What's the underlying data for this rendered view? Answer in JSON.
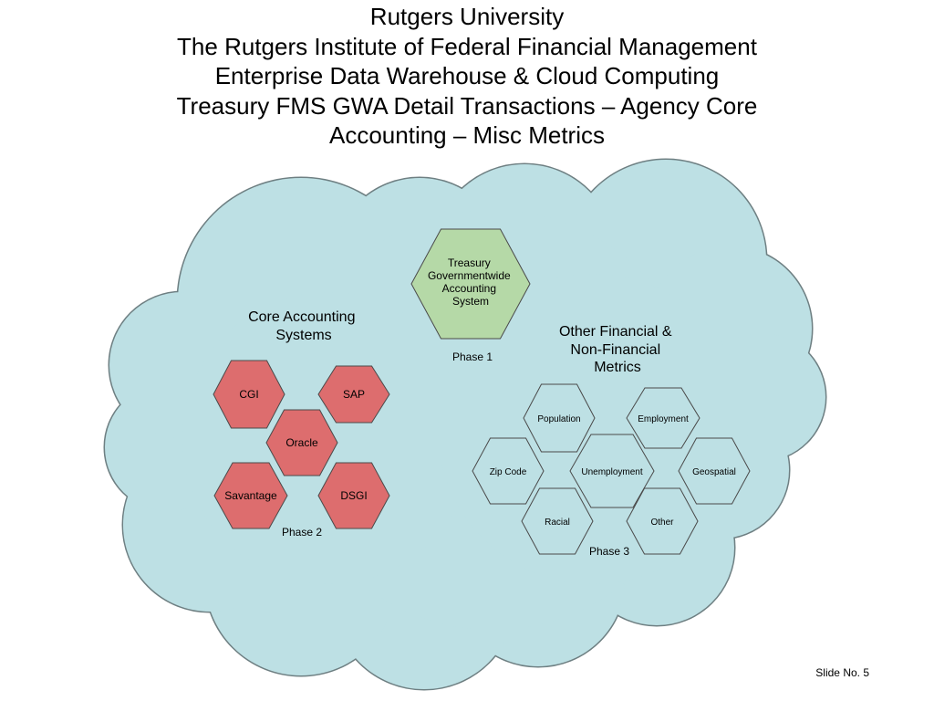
{
  "title_lines": [
    "Rutgers University",
    "The Rutgers Institute of Federal Financial Management",
    "Enterprise Data Warehouse & Cloud Computing",
    "Treasury FMS GWA Detail Transactions – Agency Core",
    "Accounting – Misc Metrics"
  ],
  "colors": {
    "cloud_fill": "#bde0e4",
    "cloud_stroke": "#6e7f82",
    "green_fill": "#b5d9a7",
    "red_fill": "#dd6d6e",
    "cyan_fill": "#bde0e4",
    "hex_stroke": "#4a4a4a"
  },
  "treasury": {
    "lines": [
      "Treasury",
      "Governmentwide",
      "Accounting",
      "System"
    ],
    "phase": "Phase 1"
  },
  "core": {
    "label_lines": [
      "Core Accounting",
      "Systems"
    ],
    "items": [
      "CGI",
      "SAP",
      "Oracle",
      "Savantage",
      "DSGI"
    ],
    "phase": "Phase 2"
  },
  "other": {
    "label_lines": [
      "Other Financial &",
      "Non-Financial",
      "Metrics"
    ],
    "items": [
      "Population",
      "Employment",
      "Zip Code",
      "Unemployment",
      "Geospatial",
      "Racial",
      "Other"
    ],
    "phase": "Phase 3"
  },
  "footer": "Slide No. 5"
}
